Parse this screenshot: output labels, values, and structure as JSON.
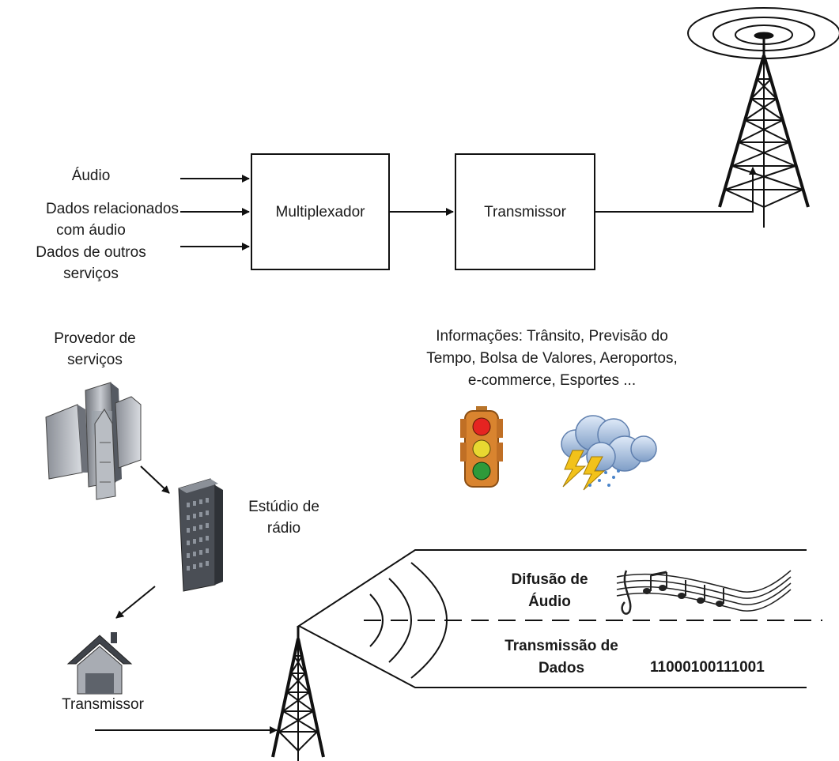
{
  "inputs": {
    "audio": "Áudio",
    "related_line1": "Dados relacionados",
    "related_line2": "com áudio",
    "other_line1": "Dados de outros",
    "other_line2": "serviços"
  },
  "blocks": {
    "multiplexer": "Multiplexador",
    "transmitter": "Transmissor"
  },
  "provider": {
    "line1": "Provedor de",
    "line2": "serviços"
  },
  "info": {
    "line1": "Informações: Trânsito, Previsão do",
    "line2": "Tempo, Bolsa de Valores, Aeroportos,",
    "line3": "e-commerce, Esportes ..."
  },
  "studio": {
    "line1": "Estúdio de",
    "line2": "rádio"
  },
  "house_label": "Transmissor",
  "beam": {
    "audio_line1": "Difusão de",
    "audio_line2": "Áudio",
    "data_line1": "Transmissão de",
    "data_line2": "Dados",
    "bits": "11000100111001"
  },
  "icons": {
    "top_tower": "radio-tower-icon",
    "buildings": "office-buildings-icon",
    "studio": "skyscraper-icon",
    "house": "house-icon",
    "traffic": "traffic-light-icon",
    "weather": "storm-cloud-icon",
    "music": "music-notes-icon",
    "bottom_tower": "radio-tower-icon"
  }
}
